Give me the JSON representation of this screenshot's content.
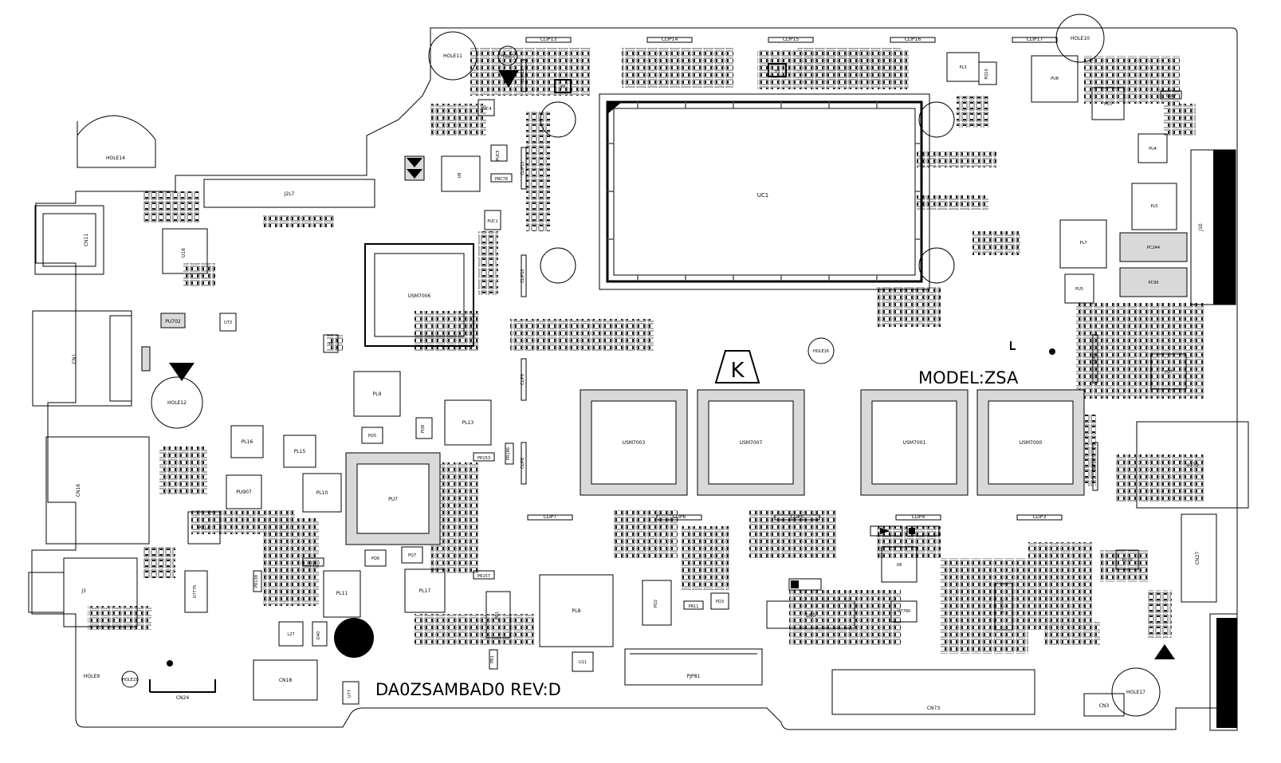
{
  "board": {
    "model_label": "MODEL:ZSA",
    "revision_label": "DA0ZSAMBAD0 REV:D",
    "logo_letter": "K"
  },
  "chips": {
    "uc1": "UC1",
    "usm7006": "USM7006",
    "usm7003": "USM7003",
    "usm7007": "USM7007",
    "usm7001": "USM7001",
    "usm7000": "USM7000",
    "pu7": "PU7",
    "u139": "U139",
    "u16": "U16",
    "pl9": "PL9",
    "pl13": "PL13",
    "pl11": "PL11",
    "pl17": "PL17",
    "pl10": "PL10",
    "pl14": "PL14",
    "pl15": "PL15",
    "pl16": "PL16",
    "pl8": "PL8",
    "pl3": "PL3",
    "pu702": "PU702",
    "u73": "U73",
    "pu907": "PU907",
    "u7775": "U7775",
    "l27": "L27",
    "d40": "D40",
    "u77": "U77",
    "pq1": "PQ1",
    "pq2": "PQ2",
    "pq3": "PQ3",
    "pq5": "PQ5",
    "pq6": "PQ6",
    "pq7": "PQ7",
    "pq8": "PQ8",
    "pq10": "PQ10",
    "u11": "U11",
    "u6": "U6",
    "u7780": "U7780",
    "pu3": "PU3",
    "pu4": "PU4",
    "pu5": "PU5",
    "pu7b": "PU7",
    "pu70": "PU70",
    "u7770": "U7770",
    "pc90": "PC90",
    "pc244": "PC244",
    "pu8": "PU8",
    "u8": "U8",
    "pjp81": "PJP81",
    "y6": "Y6",
    "y5": "Y5",
    "y7": "Y7"
  },
  "connectors": {
    "j2l7": "J2L7",
    "cn11": "CN11",
    "cn1": "CN1",
    "cn16": "CN16",
    "j3": "J3",
    "cn24": "CN24",
    "cn18": "CN18",
    "cn5": "CN5",
    "cn73": "CN73",
    "cn3": "CN3",
    "cn27": "CN27",
    "j10": "J10",
    "j7": "J7"
  },
  "holes": {
    "hole11": "HOLE11",
    "hole10": "HOLE10",
    "hole14": "HOLE14",
    "hole12": "HOLE12",
    "hole9": "HOLE9",
    "hole15": "HOLE15",
    "hole16": "HOLE16",
    "hole17": "HOLE17"
  },
  "clips": {
    "clip13": "CLIP13",
    "clip14": "CLIP14",
    "clip15": "CLIP15",
    "clip16": "CLIP16",
    "clip17": "CLIP17",
    "clip12": "CLIP12",
    "clip11": "CLIP11",
    "clip10": "CLIP10",
    "clip9": "CLIP9",
    "clip8": "CLIP8",
    "clip7": "CLIP7",
    "clip6": "CLIP6",
    "clip5": "CLIP5",
    "clip4": "CLIP4",
    "clip3": "CLIP3",
    "clip1": "CLIP1",
    "clip2": "CLIP2"
  },
  "resistors": {
    "pr140": "PR140",
    "pr157": "PR157",
    "pr153": "PR153",
    "pr138": "PR138",
    "pr11": "PR11",
    "pr1": "PR1",
    "pr87": "PR87",
    "prc78": "PRC78",
    "pr186": "PR186",
    "puc4": "PUC4",
    "puc5": "PUC5",
    "puc1": "PUC1"
  }
}
